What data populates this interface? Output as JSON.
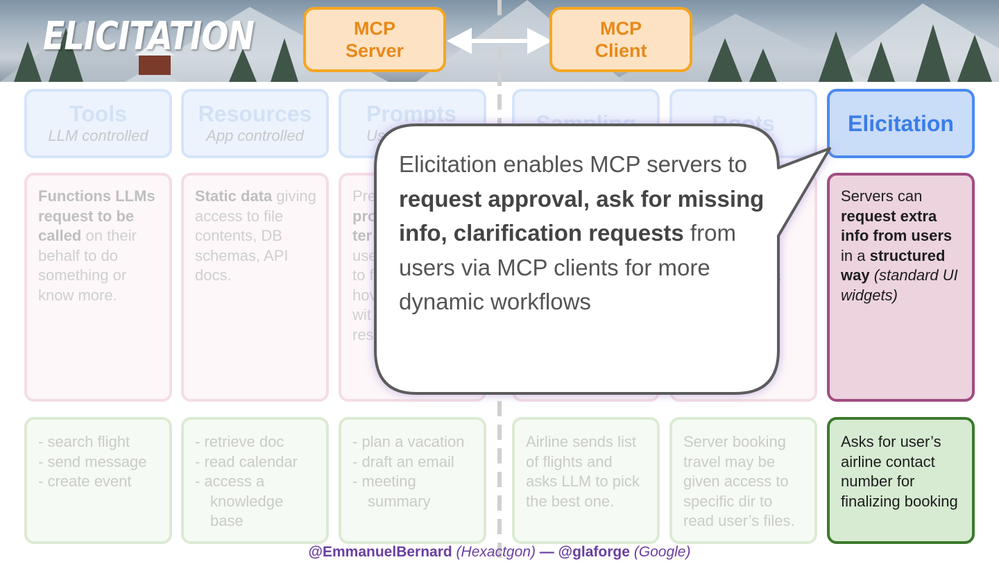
{
  "title": "ELICITATION",
  "server_box": {
    "line1": "MCP",
    "line2": "Server"
  },
  "client_box": {
    "line1": "MCP",
    "line2": "Client"
  },
  "columns": [
    {
      "name": "Tools",
      "sub": "LLM controlled",
      "desc_bold": "Functions LLMs request to be called",
      "desc_rest": " on their behalf to do something or know more.",
      "examples": [
        "- search flight",
        "- send message",
        "- create event"
      ]
    },
    {
      "name": "Resources",
      "sub": "App controlled",
      "desc_bold": "Static data",
      "desc_rest": " giving access to file contents, DB schemas, API docs.",
      "examples": [
        "- retrieve doc",
        "- read calendar",
        "- access a knowledge base"
      ]
    },
    {
      "name": "Prompts",
      "sub": "Use",
      "desc_lines": [
        "Pre",
        "pro",
        "ter",
        "use",
        "to f",
        "hov",
        "wit",
        "res"
      ],
      "examples": [
        "- plan a vacation",
        "- draft an email",
        "- meeting summary"
      ]
    },
    {
      "name": "Sampling",
      "sub": "",
      "desc_tail": "",
      "example_text": "Airline sends list of flights and asks LLM to pick the best one."
    },
    {
      "name": "Roots",
      "sub": "",
      "desc_tail": "s",
      "example_text": "Server booking travel may be given access to specific dir to read user’s files."
    },
    {
      "name": "Elicitation",
      "sub": "",
      "desc_parts": {
        "a": "Servers can ",
        "b": "request extra info from users",
        "c": " in a ",
        "d": "structured way",
        "e": " (standard UI widgets)"
      },
      "example_text": "Asks for user’s airline contact number for finalizing booking"
    }
  ],
  "bubble": {
    "p1": "Elicitation enables MCP servers to ",
    "b1": "request approval, ask for missing info, clarification requests",
    "p2": " from users via MCP clients for more dynamic workflows"
  },
  "footer": {
    "handle1": "@EmmanuelBernard",
    "org1": " (Hexactgon)",
    "sep": " — ",
    "handle2": "@glaforge",
    "org2": " (Google)"
  }
}
